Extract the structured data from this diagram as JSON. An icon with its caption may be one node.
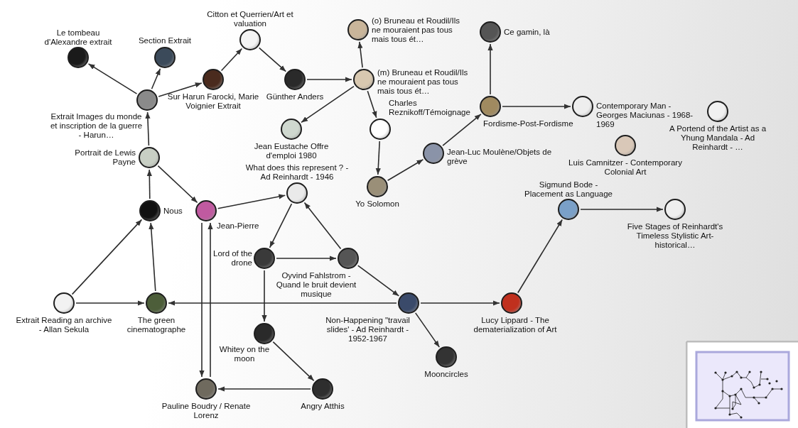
{
  "diagram": {
    "nodes": [
      {
        "text": [
          "Le tombeau d'Alexandre extrait"
        ]
      },
      {
        "text": [
          "Section Extrait"
        ]
      },
      {
        "text": [
          "Citton et Querrien/Art et valuation"
        ]
      },
      {
        "text": [
          "Sur Harun Farocki, Marie Voignier Extrait"
        ]
      },
      {
        "text": [
          "Extrait Images du monde et inscription de la guerre - Harun…"
        ]
      },
      {
        "text": [
          "Günther Anders"
        ]
      },
      {
        "text": [
          "(o) Bruneau et Roudil/Ils ne mouraient pas tous mais tous ét…"
        ]
      },
      {
        "text": [
          "(m) Bruneau et Roudil/Ils ne mouraient pas tous mais tous ét…"
        ]
      },
      {
        "text": [
          "Ce gamin, là"
        ]
      },
      {
        "text": [
          "Fordisme-Post-Fordisme"
        ]
      },
      {
        "text": [
          "Contemporary Man - Georges Maciunas - 1968-1969"
        ]
      },
      {
        "text": [
          "A Portend of the Artist as a Yhung Mandala - Ad Reinhardt - …"
        ]
      },
      {
        "text": [
          "Luis Camnitzer - Contemporary Colonial Art"
        ]
      },
      {
        "text": [
          "Jean Eustache Offre d'emploi 1980"
        ]
      },
      {
        "text": [
          "Charles Reznikoff/Témoignage"
        ]
      },
      {
        "text": [
          "Jean-Luc Moulène/Objets de grève"
        ]
      },
      {
        "text": [
          "Yo Solomon"
        ]
      },
      {
        "text": [
          "Portrait de Lewis Payne"
        ]
      },
      {
        "text": [
          "Nous"
        ]
      },
      {
        "text": [
          "Jean-Pierre"
        ]
      },
      {
        "text": [
          "What does this represent ? - Ad Reinhardt - 1946"
        ]
      },
      {
        "text": [
          "Sigmund Bode - Placement as Language"
        ]
      },
      {
        "text": [
          "Five Stages of Reinhardt's Timeless Stylistic Art-historical…"
        ]
      },
      {
        "text": [
          "Lord of the drone"
        ]
      },
      {
        "text": [
          "Oyvind Fahlstrom - Quand le bruit devient musique"
        ]
      },
      {
        "text": [
          "Extrait Reading an archive - Allan Sekula"
        ]
      },
      {
        "text": [
          "The green cinematographe"
        ]
      },
      {
        "text": [
          "Non-Happening \"travail slides' - Ad Reinhardt - 1952-1967"
        ]
      },
      {
        "text": [
          "Lucy Lippard - The dematerialization of Art"
        ]
      },
      {
        "text": [
          "Whitey on the moon"
        ]
      },
      {
        "text": [
          "Mooncircles"
        ]
      },
      {
        "text": [
          "Pauline Boudry / Renate Lorenz"
        ]
      },
      {
        "text": [
          "Angry Atthis"
        ]
      }
    ],
    "edges": [
      {
        "from": 4,
        "to": 0,
        "arrow": "to"
      },
      {
        "from": 4,
        "to": 1,
        "arrow": "to"
      },
      {
        "from": 4,
        "to": 3,
        "arrow": "to"
      },
      {
        "from": 3,
        "to": 2,
        "arrow": "to"
      },
      {
        "from": 2,
        "to": 5,
        "arrow": "to"
      },
      {
        "from": 5,
        "to": 7,
        "arrow": "to"
      },
      {
        "from": 7,
        "to": 6,
        "arrow": "to"
      },
      {
        "from": 7,
        "to": 14,
        "arrow": "to"
      },
      {
        "from": 7,
        "to": 13,
        "arrow": "to"
      },
      {
        "from": 14,
        "to": 16,
        "arrow": "to"
      },
      {
        "from": 16,
        "to": 15,
        "arrow": "to"
      },
      {
        "from": 15,
        "to": 9,
        "arrow": "to"
      },
      {
        "from": 9,
        "to": 8,
        "arrow": "to"
      },
      {
        "from": 9,
        "to": 10,
        "arrow": "to"
      },
      {
        "from": 17,
        "to": 4,
        "arrow": "to"
      },
      {
        "from": 17,
        "to": 19,
        "arrow": "to"
      },
      {
        "from": 18,
        "to": 17,
        "arrow": "to"
      },
      {
        "from": 25,
        "to": 18,
        "arrow": "to"
      },
      {
        "from": 25,
        "to": 26,
        "arrow": "to"
      },
      {
        "from": 26,
        "to": 18,
        "arrow": "to"
      },
      {
        "from": 19,
        "to": 20,
        "arrow": "to"
      },
      {
        "from": 20,
        "to": 23,
        "arrow": "to"
      },
      {
        "from": 24,
        "to": 20,
        "arrow": "to"
      },
      {
        "from": 23,
        "to": 24,
        "arrow": "to"
      },
      {
        "from": 24,
        "to": 27,
        "arrow": "to"
      },
      {
        "from": 27,
        "to": 26,
        "arrow": "to"
      },
      {
        "from": 27,
        "to": 28,
        "arrow": "to"
      },
      {
        "from": 28,
        "to": 21,
        "arrow": "to"
      },
      {
        "from": 21,
        "to": 22,
        "arrow": "to"
      },
      {
        "from": 27,
        "to": 30,
        "arrow": "to"
      },
      {
        "from": 23,
        "to": 29,
        "arrow": "to"
      },
      {
        "from": 29,
        "to": 32,
        "arrow": "to"
      },
      {
        "from": 32,
        "to": 31,
        "arrow": "to"
      },
      {
        "from": 19,
        "to": 31,
        "arrow": "to"
      },
      {
        "from": 31,
        "to": 19,
        "arrow": "to"
      }
    ]
  }
}
